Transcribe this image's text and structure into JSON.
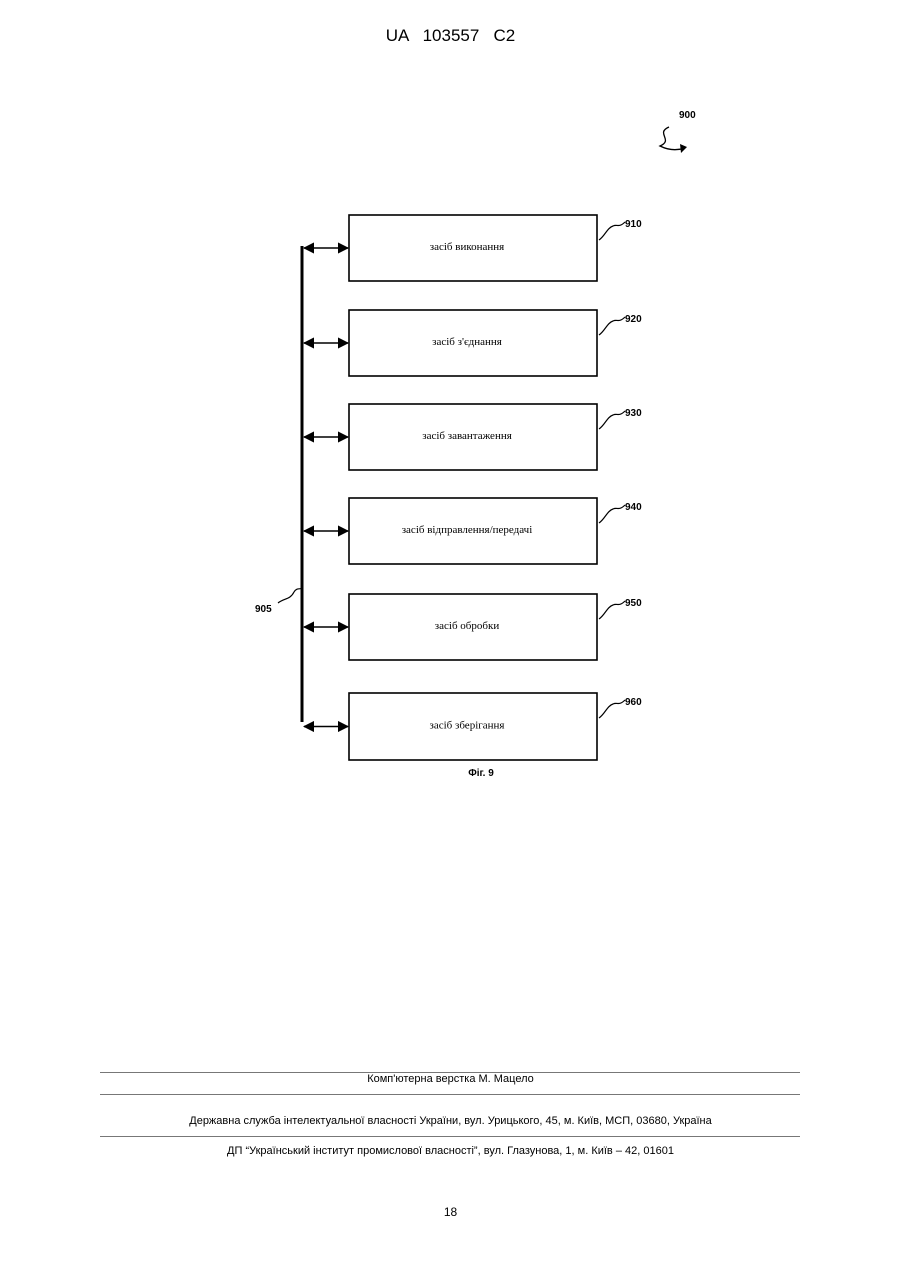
{
  "header": {
    "publication": "UA   103557   C2"
  },
  "figure": {
    "ref_main": "900",
    "ref_bus": "905",
    "caption": "Фіг. 9",
    "boxes": [
      {
        "ref": "910",
        "label": "засіб виконання"
      },
      {
        "ref": "920",
        "label": "засіб з'єднання"
      },
      {
        "ref": "930",
        "label": "засіб завантаження"
      },
      {
        "ref": "940",
        "label": "засіб відправлення/передачі"
      },
      {
        "ref": "950",
        "label": "засіб обробки"
      },
      {
        "ref": "960",
        "label": "засіб зберігання"
      }
    ]
  },
  "footer": {
    "typesetting": "Комп'ютерна верстка М. Мацело",
    "agency": "Державна служба інтелектуальної власності України, вул. Урицького, 45, м. Київ, МСП, 03680, Україна",
    "institute": "ДП “Український інститут промислової власності”, вул. Глазунова, 1, м. Київ – 42, 01601",
    "page_number": "18"
  }
}
